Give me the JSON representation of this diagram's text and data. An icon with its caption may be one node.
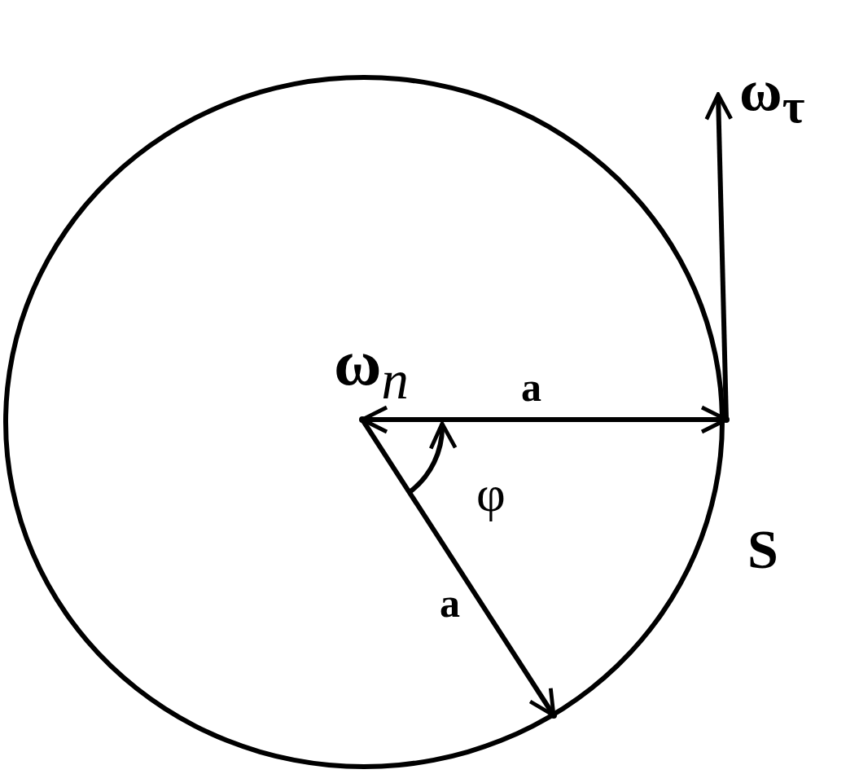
{
  "diagram": {
    "nodes": [
      {
        "text": [],
        "shape": "circle"
      },
      {
        "text": [],
        "shape": "point",
        "in": 0
      },
      {
        "text": [],
        "shape": "point",
        "in": 0,
        "beside": [
          "S"
        ]
      },
      {
        "text": [],
        "shape": "point",
        "in": 0
      }
    ],
    "edges": [
      {
        "from": 1,
        "to": 2,
        "arrow": "both",
        "label": "a"
      },
      {
        "from": 1,
        "to": 3,
        "arrow": "to",
        "label": "a"
      },
      {
        "from": 2,
        "to": null,
        "arrow": "to",
        "label": "ω$_{τ}$"
      }
    ],
    "labels": [
      "ω$_{n}$",
      "φ"
    ]
  }
}
